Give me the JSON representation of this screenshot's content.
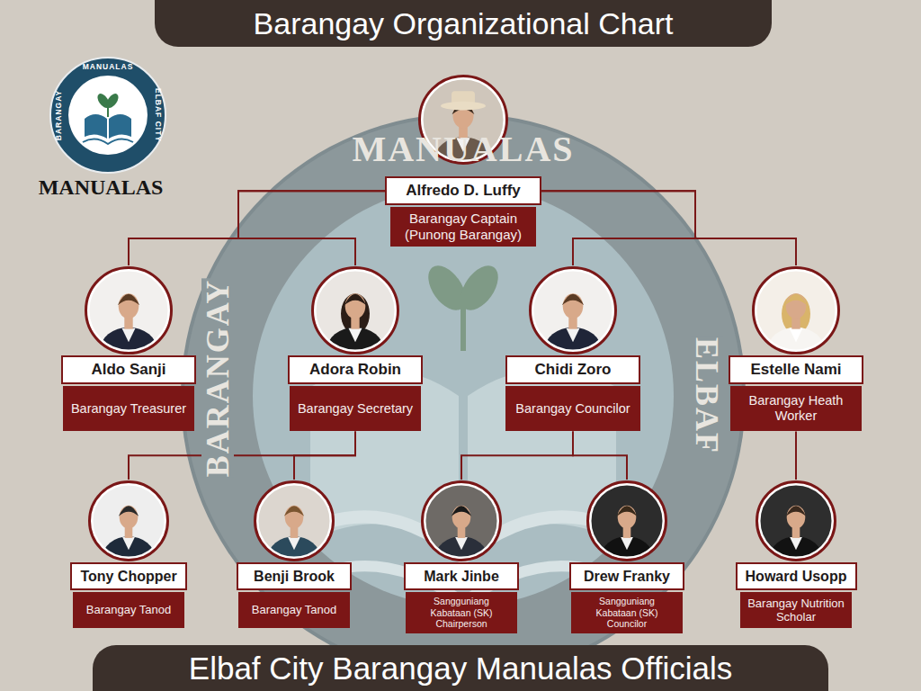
{
  "diagram": {
    "title": "Barangay Organizational Chart",
    "caption": "Elbaf City Barangay Manualas Officials",
    "nodes": [
      {
        "text": [
          "Alfredo D. Luffy",
          "Barangay Captain (Punong Barangay)"
        ]
      },
      {
        "text": [
          "Aldo Sanji",
          "Barangay Treasurer"
        ]
      },
      {
        "text": [
          "Adora Robin",
          "Barangay Secretary"
        ]
      },
      {
        "text": [
          "Chidi Zoro",
          "Barangay Councilor"
        ]
      },
      {
        "text": [
          "Estelle Nami",
          "Barangay Heath Worker"
        ]
      },
      {
        "text": [
          "Tony Chopper",
          "Barangay Tanod"
        ]
      },
      {
        "text": [
          "Benji Brook",
          "Barangay Tanod"
        ]
      },
      {
        "text": [
          "Mark Jinbe",
          "Sangguniang Kabataan (SK) Chairperson"
        ]
      },
      {
        "text": [
          "Drew Franky",
          "Sangguniang Kabataan (SK) Councilor"
        ]
      },
      {
        "text": [
          "Howard Usopp",
          "Barangay Nutrition Scholar"
        ]
      }
    ],
    "edges": [
      {
        "from": 0,
        "to": 1,
        "arrow": "none"
      },
      {
        "from": 0,
        "to": 2,
        "arrow": "none"
      },
      {
        "from": 0,
        "to": 3,
        "arrow": "none"
      },
      {
        "from": 0,
        "to": 4,
        "arrow": "none"
      },
      {
        "from": 2,
        "to": 5,
        "arrow": "none"
      },
      {
        "from": 2,
        "to": 6,
        "arrow": "none"
      },
      {
        "from": 3,
        "to": 7,
        "arrow": "none"
      },
      {
        "from": 3,
        "to": 8,
        "arrow": "none"
      },
      {
        "from": 4,
        "to": 9,
        "arrow": "none"
      }
    ],
    "labels": [
      "MANUALAS",
      "BARANGAY",
      "ELBAF CITY",
      "MANUALAS",
      "MANUALAS",
      "BARANGAY",
      "ELBAF"
    ]
  }
}
